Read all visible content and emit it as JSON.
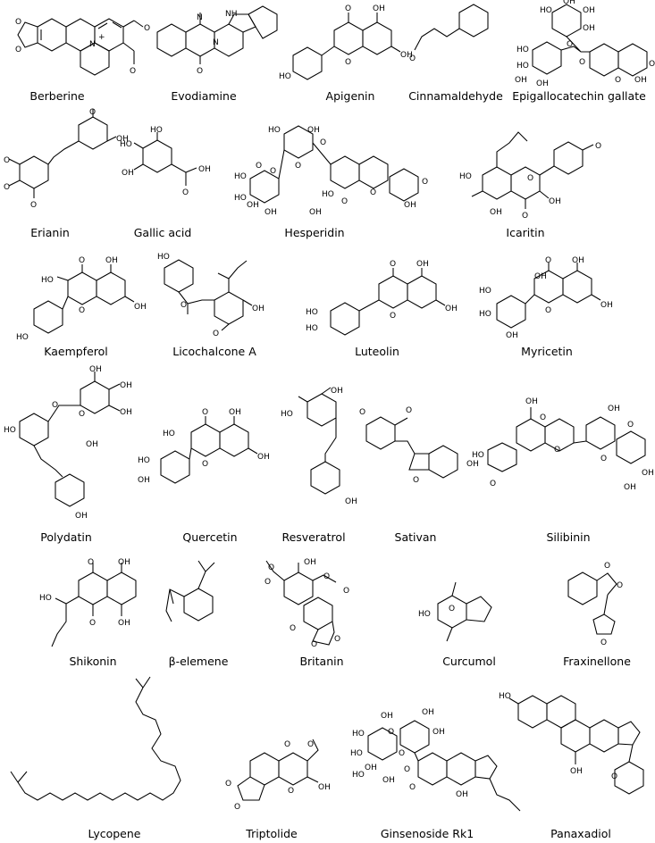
{
  "compounds": [
    {
      "name": "Berberine",
      "atoms": [
        "O",
        "O",
        "N",
        "+",
        "O",
        "O"
      ]
    },
    {
      "name": "Evodiamine",
      "atoms": [
        "N",
        "NH",
        "N",
        "O"
      ]
    },
    {
      "name": "Apigenin",
      "atoms": [
        "O",
        "OH",
        "HO",
        "O",
        "OH"
      ]
    },
    {
      "name": "Cinnamaldehyde",
      "atoms": [
        "O"
      ]
    },
    {
      "name": "Epigallocatechin gallate",
      "atoms": [
        "OH",
        "HO",
        "OH",
        "OH",
        "O",
        "OH",
        "HO",
        "O",
        "O",
        "OH",
        "HO",
        "OH",
        "OH"
      ]
    },
    {
      "name": "Erianin",
      "atoms": [
        "O",
        "OH",
        "O",
        "O",
        "O"
      ]
    },
    {
      "name": "Gallic acid",
      "atoms": [
        "HO",
        "HO",
        "OH",
        "OH",
        "O"
      ]
    },
    {
      "name": "Hesperidin",
      "atoms": [
        "HO",
        "OH",
        "O",
        "O",
        "O",
        "HO",
        "O",
        "OH",
        "OH",
        "HO",
        "HO",
        "O",
        "OH",
        "O",
        "O",
        "OH"
      ]
    },
    {
      "name": "Icaritin",
      "atoms": [
        "O",
        "HO",
        "O",
        "OH",
        "OH",
        "O"
      ]
    },
    {
      "name": "Kaempferol",
      "atoms": [
        "O",
        "OH",
        "HO",
        "O",
        "OH",
        "HO"
      ]
    },
    {
      "name": "Licochalcone A",
      "atoms": [
        "HO",
        "O",
        "OH",
        "O"
      ]
    },
    {
      "name": "Luteolin",
      "atoms": [
        "O",
        "OH",
        "HO",
        "O",
        "OH",
        "HO"
      ]
    },
    {
      "name": "Myricetin",
      "atoms": [
        "O",
        "OH",
        "HO",
        "OH",
        "HO",
        "O",
        "OH",
        "OH"
      ]
    },
    {
      "name": "Polydatin",
      "atoms": [
        "OH",
        "OH",
        "O",
        "O",
        "OH",
        "HO",
        "OH",
        "OH"
      ]
    },
    {
      "name": "Quercetin",
      "atoms": [
        "O",
        "OH",
        "HO",
        "O",
        "OH",
        "HO",
        "OH"
      ]
    },
    {
      "name": "Resveratrol",
      "atoms": [
        "OH",
        "HO",
        "OH"
      ]
    },
    {
      "name": "Sativan",
      "atoms": [
        "O",
        "O",
        "O",
        "OH"
      ]
    },
    {
      "name": "Silibinin",
      "atoms": [
        "OH",
        "O",
        "O",
        "OH",
        "O",
        "HO",
        "O",
        "O",
        "OH",
        "OH"
      ]
    },
    {
      "name": "Shikonin",
      "atoms": [
        "O",
        "OH",
        "HO",
        "OH",
        "O"
      ]
    },
    {
      "name": "β-elemene",
      "atoms": []
    },
    {
      "name": "Britanin",
      "atoms": [
        "O",
        "OH",
        "O",
        "O",
        "O",
        "O",
        "O",
        "O"
      ]
    },
    {
      "name": "Curcumol",
      "atoms": [
        "HO",
        "O"
      ]
    },
    {
      "name": "Fraxinellone",
      "atoms": [
        "O",
        "O",
        "O"
      ]
    },
    {
      "name": "Lycopene",
      "atoms": []
    },
    {
      "name": "Triptolide",
      "atoms": [
        "O",
        "O",
        "O",
        "O",
        "OH",
        "O"
      ]
    },
    {
      "name": "Ginsenoside Rk1",
      "atoms": [
        "OH",
        "OH",
        "HO",
        "O",
        "OH",
        "HO",
        "O",
        "O",
        "OH",
        "OH",
        "O",
        "HO",
        "OH"
      ]
    },
    {
      "name": "Panaxadiol",
      "atoms": [
        "HO",
        "OH",
        "O"
      ]
    }
  ]
}
